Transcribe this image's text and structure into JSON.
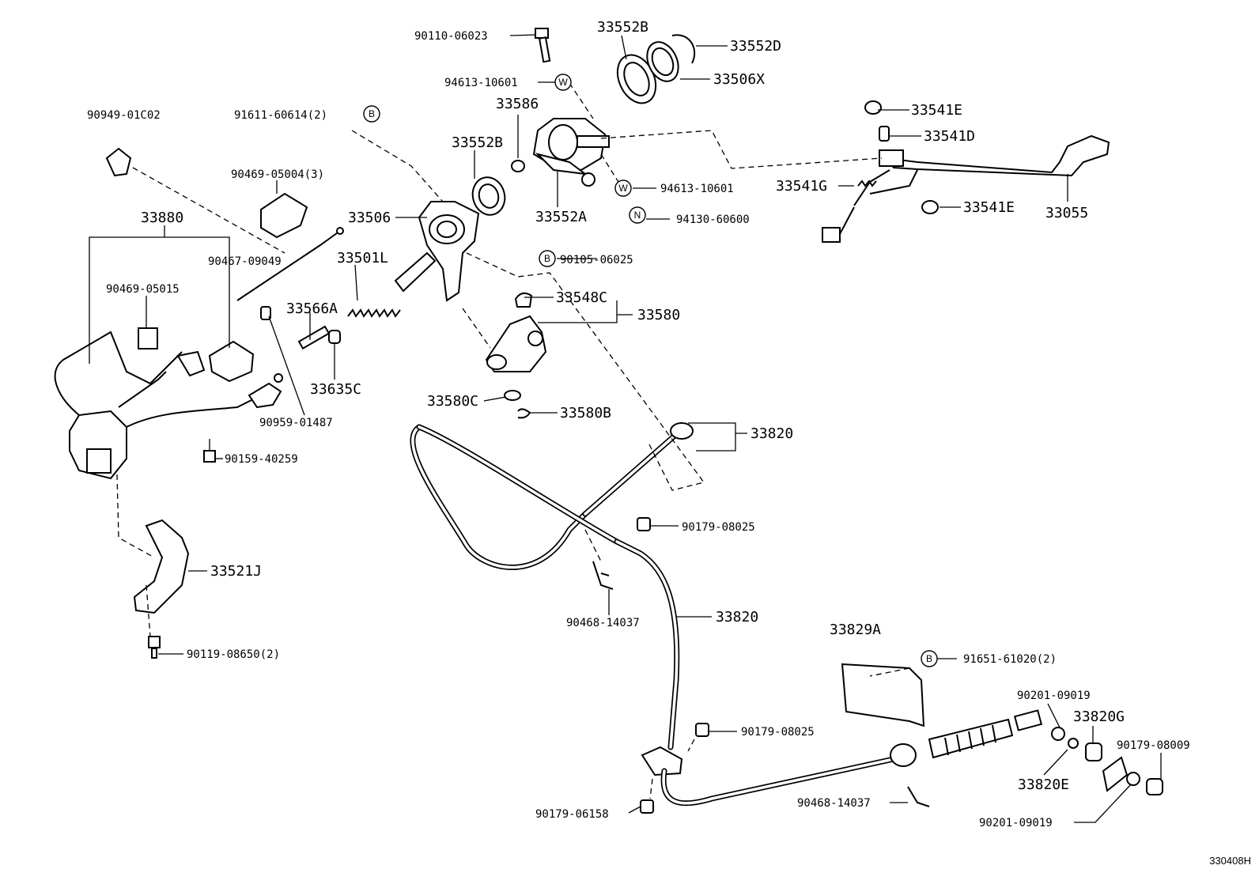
{
  "labels": {
    "p90110_06023": "90110-06023",
    "p33552B_top": "33552B",
    "p33552D": "33552D",
    "p94613_10601_a": "94613-10601",
    "p33506X": "33506X",
    "p33586": "33586",
    "p90949_01C02": "90949-01C02",
    "p91611_60614": "91611-60614(2)",
    "p33541E_a": "33541E",
    "p33541D": "33541D",
    "p33552B_mid": "33552B",
    "p90469_05004": "90469-05004(3)",
    "p33541G": "33541G",
    "p94613_10601_b": "94613-10601",
    "p33541E_b": "33541E",
    "p33055": "33055",
    "p33880": "33880",
    "p33506": "33506",
    "p33552A": "33552A",
    "p94130_60600": "94130-60600",
    "p90467_09049": "90467-09049",
    "p33501L": "33501L",
    "p90105_06025": "90105-06025",
    "p90469_05015": "90469-05015",
    "p33566A": "33566A",
    "p33548C": "33548C",
    "p33580": "33580",
    "p33635C": "33635C",
    "p33580C": "33580C",
    "p33580B": "33580B",
    "p90959_01487": "90959-01487",
    "p33820_top": "33820",
    "p90159_40259": "90159-40259",
    "p90179_08025_a": "90179-08025",
    "p33521J": "33521J",
    "p90468_14037_a": "90468-14037",
    "p33820_mid": "33820",
    "p33829A": "33829A",
    "p91651_61020": "91651-61020(2)",
    "p90119_08650": "90119-08650(2)",
    "p90201_09019_a": "90201-09019",
    "p33820G": "33820G",
    "p90179_08025_b": "90179-08025",
    "p90179_08009": "90179-08009",
    "p33820E": "33820E",
    "p90468_14037_b": "90468-14037",
    "p90179_06158": "90179-06158",
    "p90201_09019_b": "90201-09019",
    "ref_code": "330408H"
  },
  "markers": {
    "b": "B",
    "w": "W",
    "n": "N"
  }
}
